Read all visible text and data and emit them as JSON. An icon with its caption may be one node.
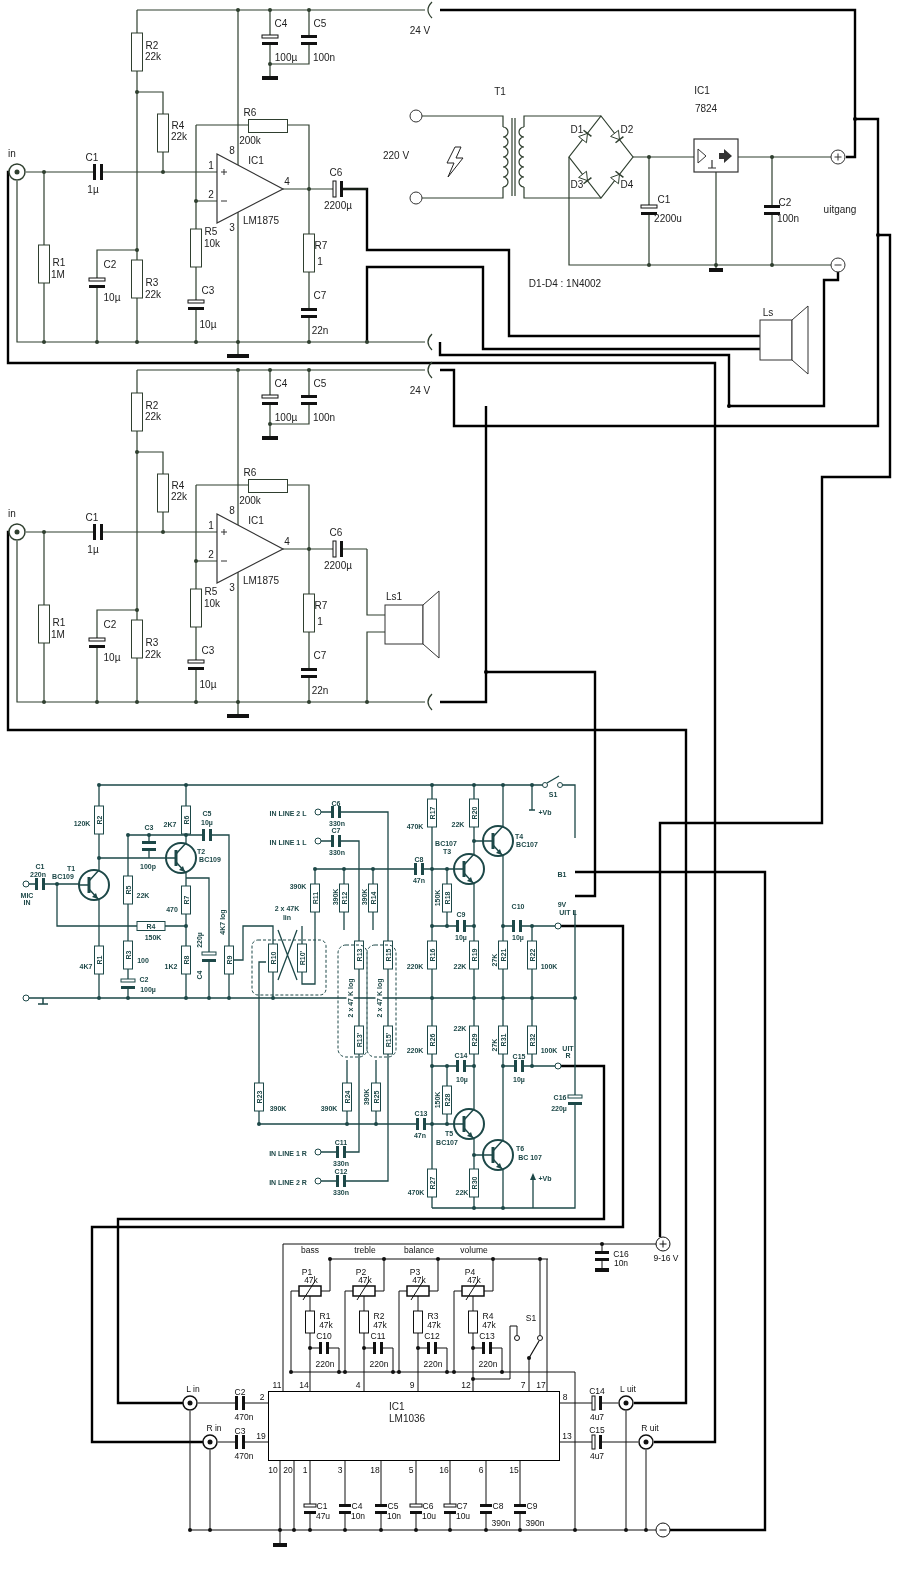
{
  "diagram": {
    "nodes": [
      {
        "text": [
          "IC1",
          "LM1036"
        ],
        "beside": [
          "11",
          "14",
          "4",
          "9",
          "12",
          "7",
          "17",
          "2",
          "19",
          "8",
          "13",
          "10",
          "20",
          "1",
          "3",
          "18",
          "5",
          "16",
          "6",
          "15"
        ]
      }
    ],
    "labels": [
      "R2",
      "22k",
      "C4",
      "C5",
      "100µ",
      "100n",
      "24 V",
      "R4",
      "22k",
      "R6",
      "200k",
      "in",
      "C1",
      "1µ",
      "1",
      "8",
      "2",
      "4",
      "3",
      "C6",
      "2200µ",
      "R5",
      "10k",
      "R1",
      "1M",
      "C2",
      "10µ",
      "R3",
      "22k",
      "C3",
      "10µ",
      "R7",
      "1",
      "C7",
      "22n",
      "IC1",
      "LM1875",
      "T1",
      "220 V",
      "D1",
      "D2",
      "D3",
      "D4",
      "C1",
      "2200u",
      "C2",
      "100n",
      "uitgang",
      "D1-D4 : 1N4002",
      "Ls",
      "IC1",
      "7824",
      "R2",
      "22k",
      "C4",
      "C5",
      "100µ",
      "100n",
      "24 V",
      "R4",
      "22k",
      "R6",
      "200k",
      "in",
      "C1",
      "1µ",
      "1",
      "8",
      "2",
      "4",
      "3",
      "C6",
      "2200µ",
      "R5",
      "10k",
      "R1",
      "1M",
      "C2",
      "10µ",
      "R3",
      "22k",
      "C3",
      "10µ",
      "R7",
      "1",
      "C7",
      "22n",
      "IC1",
      "LM1875",
      "Ls1",
      "C1",
      "220n",
      "T1",
      "BC109",
      "MIC IN",
      "R2",
      "120K",
      "R6",
      "2K7",
      "C5",
      "10µ",
      "C3",
      "100p",
      "T2",
      "BC109",
      "R5",
      "22K",
      "R7",
      "470",
      "R4",
      "150K",
      "R1",
      "4K7",
      "R3",
      "100",
      "C2",
      "100µ",
      "R8",
      "1K2",
      "C4",
      "220µ",
      "R9",
      "4K7 log",
      "IN LINE 2 L",
      "C6",
      "330n",
      "IN LINE 1 L",
      "C7",
      "330n",
      "2 x 47K",
      "lin",
      "R10",
      "R10'",
      "R11",
      "390K",
      "390K",
      "R12",
      "390K",
      "R14",
      "C8",
      "47n",
      "R13",
      "R15",
      "2 x 47 K log",
      "2 x 47 K log",
      "R13'",
      "R15'",
      "R23",
      "390K",
      "R24",
      "390K",
      "390K",
      "R25",
      "C13",
      "47n",
      "IN LINE 1 R",
      "C11",
      "330n",
      "IN LINE 2 R",
      "C12",
      "330n",
      "R17",
      "470K",
      "R20",
      "22K",
      "S1",
      "+Vb",
      "BC107",
      "T3",
      "T4",
      "BC107",
      "B1",
      "9V",
      "150K",
      "R18",
      "C9",
      "10µ",
      "C10",
      "10µ",
      "UIT L",
      "R16",
      "220K",
      "R19",
      "22K",
      "27K",
      "R21",
      "R22",
      "100K",
      "R26",
      "220K",
      "R29",
      "22K",
      "27K",
      "R31",
      "R32",
      "100K",
      "C14",
      "10µ",
      "C15",
      "10µ",
      "UIT R",
      "C16",
      "220µ",
      "150K",
      "R28",
      "T5",
      "BC107",
      "T6",
      "BC 107",
      "+Vb",
      "R27",
      "470K",
      "R30",
      "22K",
      "bass",
      "treble",
      "balance",
      "volume",
      "P1",
      "47k",
      "P2",
      "47k",
      "P3",
      "47k",
      "P4",
      "47k",
      "R1",
      "47k",
      "R2",
      "47k",
      "R3",
      "47k",
      "R4",
      "47k",
      "C10",
      "220n",
      "C11",
      "220n",
      "C12",
      "220n",
      "C13",
      "220n",
      "S1",
      "C16",
      "10n",
      "9-16 V",
      "L in",
      "R in",
      "C2",
      "470n",
      "C3",
      "470n",
      "C14",
      "4u7",
      "C15",
      "4u7",
      "L uit",
      "R uit",
      "C1",
      "47u",
      "C4",
      "10n",
      "C5",
      "10n",
      "C6",
      "10u",
      "C7",
      "10u",
      "C8",
      "390n",
      "C9",
      "390n"
    ]
  }
}
